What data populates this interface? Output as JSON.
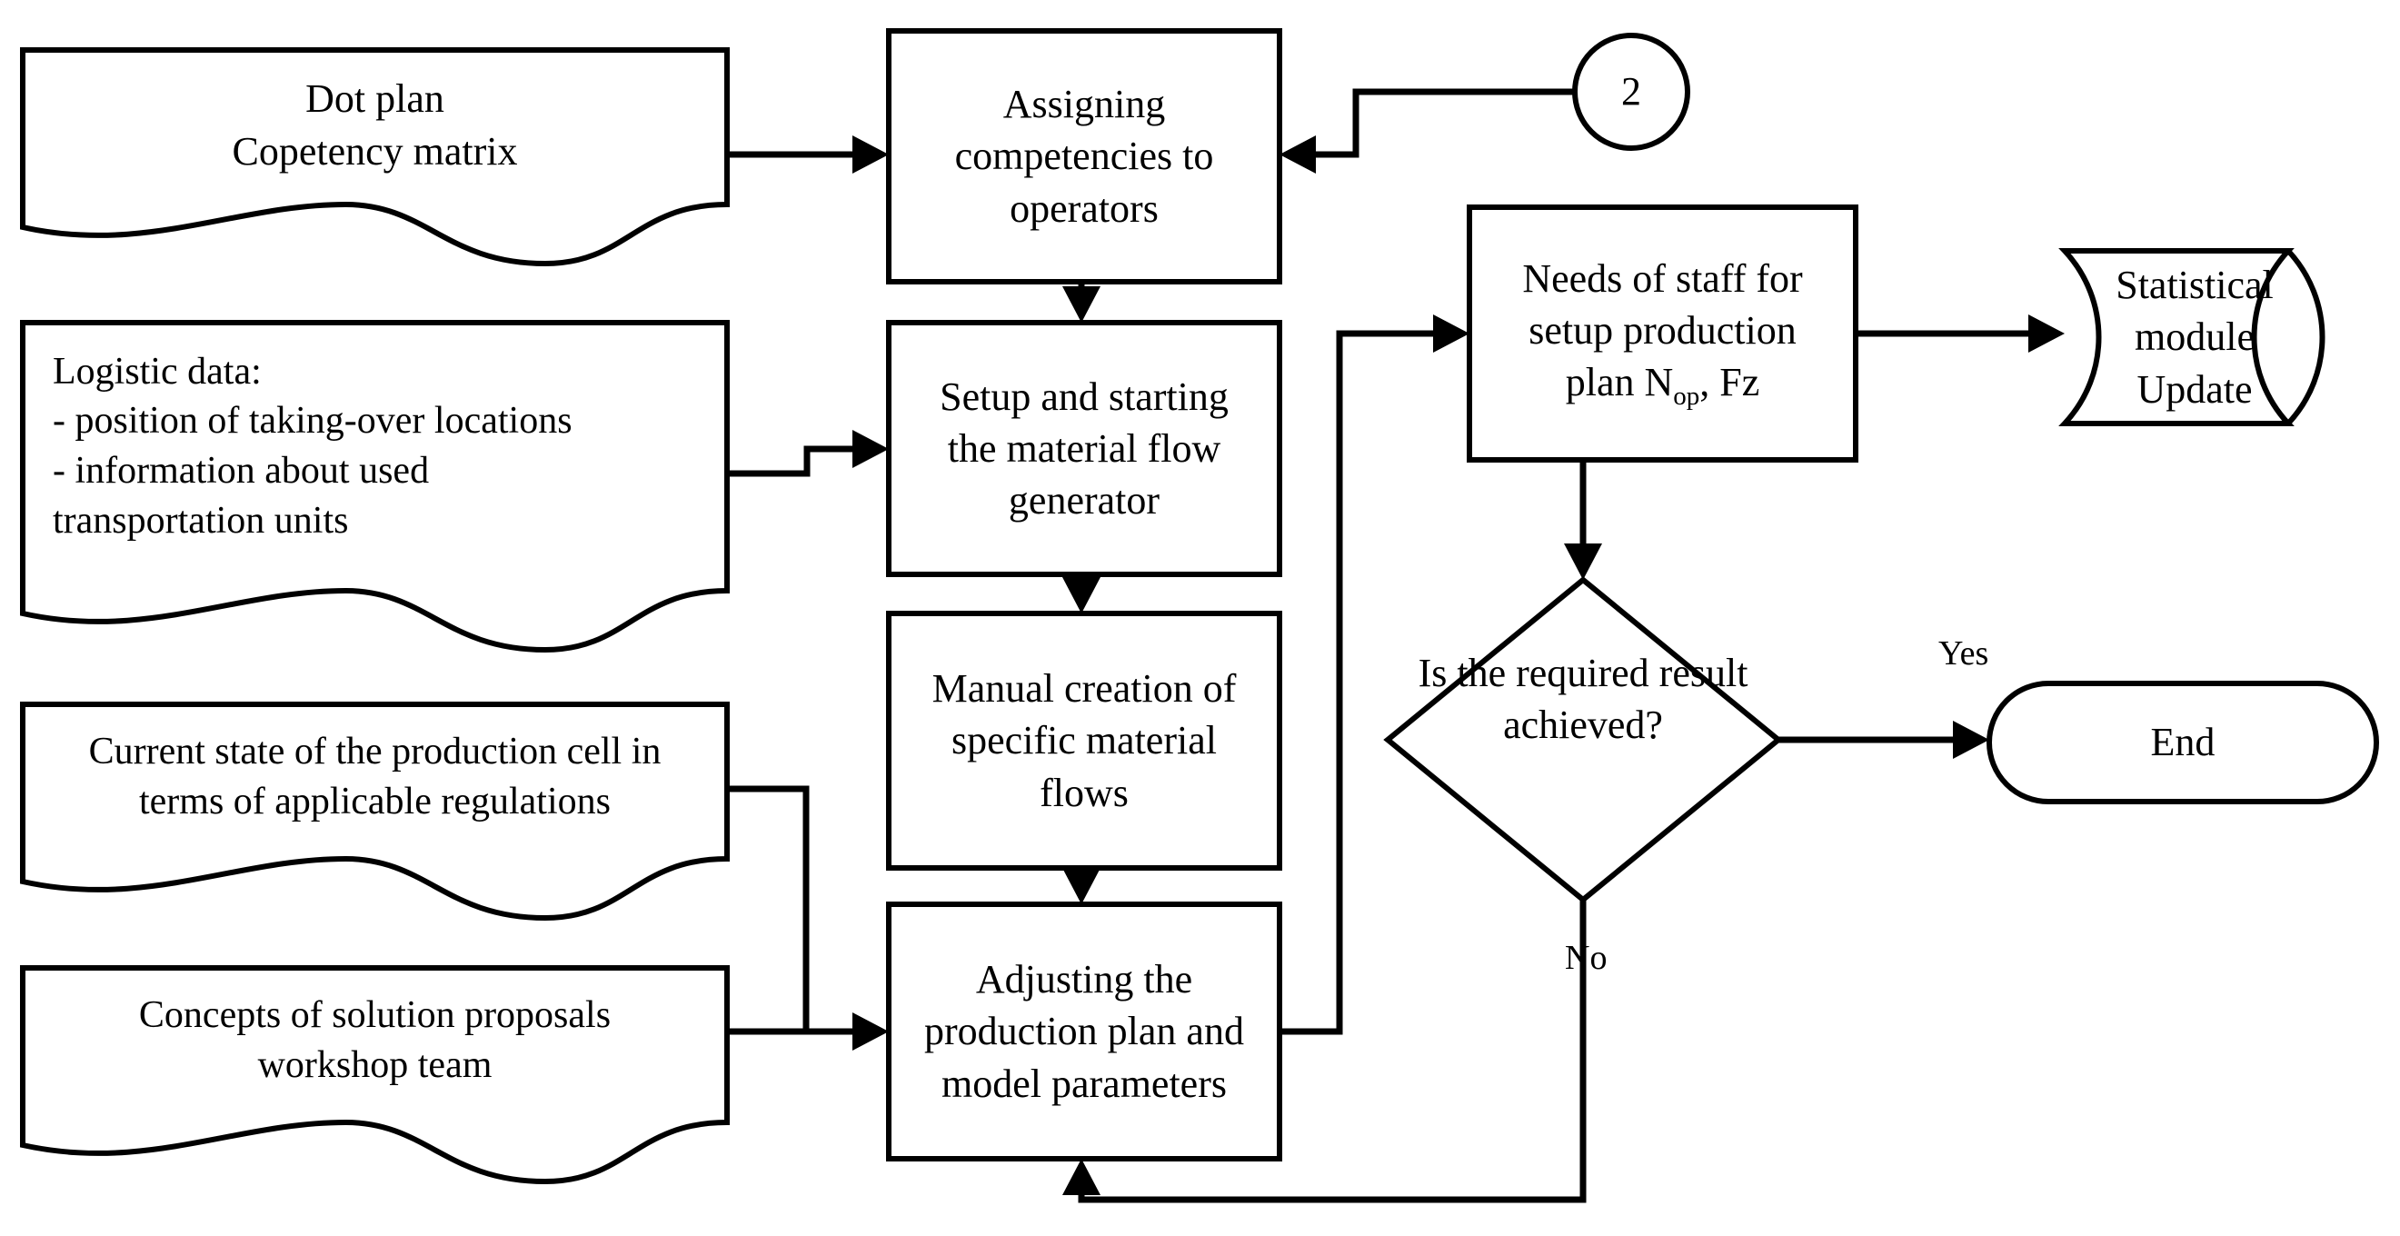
{
  "diagram": {
    "title": "Production planning simulation flowchart",
    "background_color": "#ffffff",
    "line_color": "#000000",
    "nodes": {
      "dot_plan": {
        "label": "Dot plan\nCopetency matrix",
        "shape": "document"
      },
      "logistic_data": {
        "label": "Logistic data:\n- position of taking-over locations\n- information about used\ntransportation units",
        "shape": "document"
      },
      "current_state": {
        "label": "Current state of the production cell in\nterms of applicable regulations",
        "shape": "document"
      },
      "concepts": {
        "label": "Concepts of solution proposals\nworkshop team",
        "shape": "document"
      },
      "assigning": {
        "label": "Assigning\ncompetencies to\noperators",
        "shape": "process"
      },
      "setup_flow": {
        "label": "Setup and starting\nthe material flow\ngenerator",
        "shape": "process"
      },
      "manual_creation": {
        "label": "Manual creation of\nspecific material\nflows",
        "shape": "process"
      },
      "adjusting": {
        "label": "Adjusting the\nproduction plan and\nmodel parameters",
        "shape": "process"
      },
      "needs_of_staff": {
        "label_line1": "Needs of staff for",
        "label_line2": "setup production",
        "label_line3_pre": "plan N",
        "label_line3_sub": "op",
        "label_line3_post": ", Fz",
        "shape": "process"
      },
      "statistical_module": {
        "label": "Statistical\nmodule\nUpdate",
        "shape": "database-cylinder"
      },
      "decision": {
        "label": "Is the required result\nachieved?",
        "shape": "diamond"
      },
      "end": {
        "label": "End",
        "shape": "terminator"
      },
      "connector_2": {
        "label": "2",
        "shape": "off-page-connector-circle"
      }
    },
    "edge_labels": {
      "yes": "Yes",
      "no": "No"
    }
  }
}
